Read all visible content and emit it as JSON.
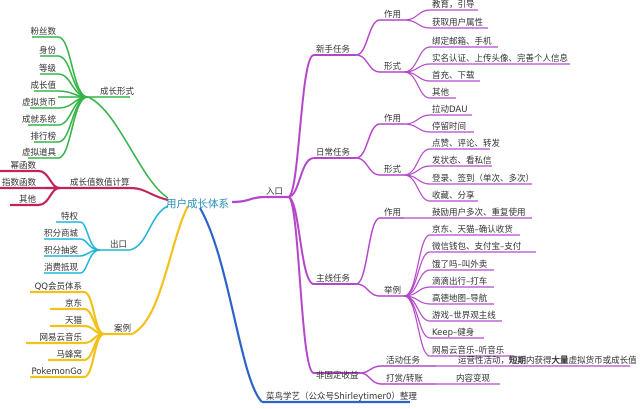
{
  "center": "用户成长体系",
  "left": {
    "growth_forms": {
      "label": "成长形式",
      "items": [
        "粉丝数",
        "身份",
        "等级",
        "成长值",
        "虚拟货币",
        "成就系统",
        "排行榜",
        "虚拟道具"
      ]
    },
    "calc": {
      "label": "成长值数值计算",
      "items": [
        "幂函数",
        "指数函数",
        "其他"
      ]
    },
    "exit": {
      "label": "出口",
      "items": [
        "特权",
        "积分商城",
        "积分抽奖",
        "消费抵现"
      ]
    },
    "cases": {
      "label": "案例",
      "items": [
        "QQ会员体系",
        "京东",
        "天猫",
        "网易云音乐",
        "马蜂窝",
        "PokemonGo"
      ]
    }
  },
  "right": {
    "entry": {
      "label": "入口",
      "newbie": {
        "label": "新手任务",
        "role": {
          "label": "作用",
          "items": [
            "教育，引导",
            "获取用户属性"
          ]
        },
        "form": {
          "label": "形式",
          "items": [
            "绑定邮箱、手机",
            "实名认证、上传头像、完善个人信息",
            "首充、下载",
            "其他"
          ]
        }
      },
      "daily": {
        "label": "日常任务",
        "role": {
          "label": "作用",
          "items": [
            "拉动DAU",
            "停留时间"
          ]
        },
        "form": {
          "label": "形式",
          "items": [
            "点赞、评论、转发",
            "发状态、看私信",
            "登录、签到（单次、多次）",
            "收藏、分享"
          ]
        }
      },
      "mainline": {
        "label": "主线任务",
        "role": {
          "label": "作用",
          "items": [
            "鼓励用户多次、重复使用"
          ]
        },
        "examples": {
          "label": "举例",
          "items": [
            "京东、天猫–确认收货",
            "微信钱包、支付宝–支付",
            "饿了吗–叫外卖",
            "滴滴出行–打车",
            "高德地图–导航",
            "游戏–世界观主线",
            "Keep–健身",
            "网易云音乐–听音乐"
          ]
        }
      },
      "irregular": {
        "label": "非固定收益",
        "activity": {
          "label": "活动任务",
          "detail_prefix": "运营性活动，",
          "detail_short": "短期",
          "detail_mid": "内获得",
          "detail_large": "大量",
          "detail_suffix": "虚拟货币或成长值"
        },
        "reward": {
          "label": "打赏/转账",
          "detail": "内容变现"
        }
      }
    },
    "credit": "菜鸟学艺（公众号Shirleytimer0）整理"
  },
  "colors": {
    "growth": "#35b548",
    "calc": "#c0245c",
    "exit": "#21b5d8",
    "cases": "#f2c21c",
    "right": "#b447c9",
    "credit": "#2d63c8"
  }
}
